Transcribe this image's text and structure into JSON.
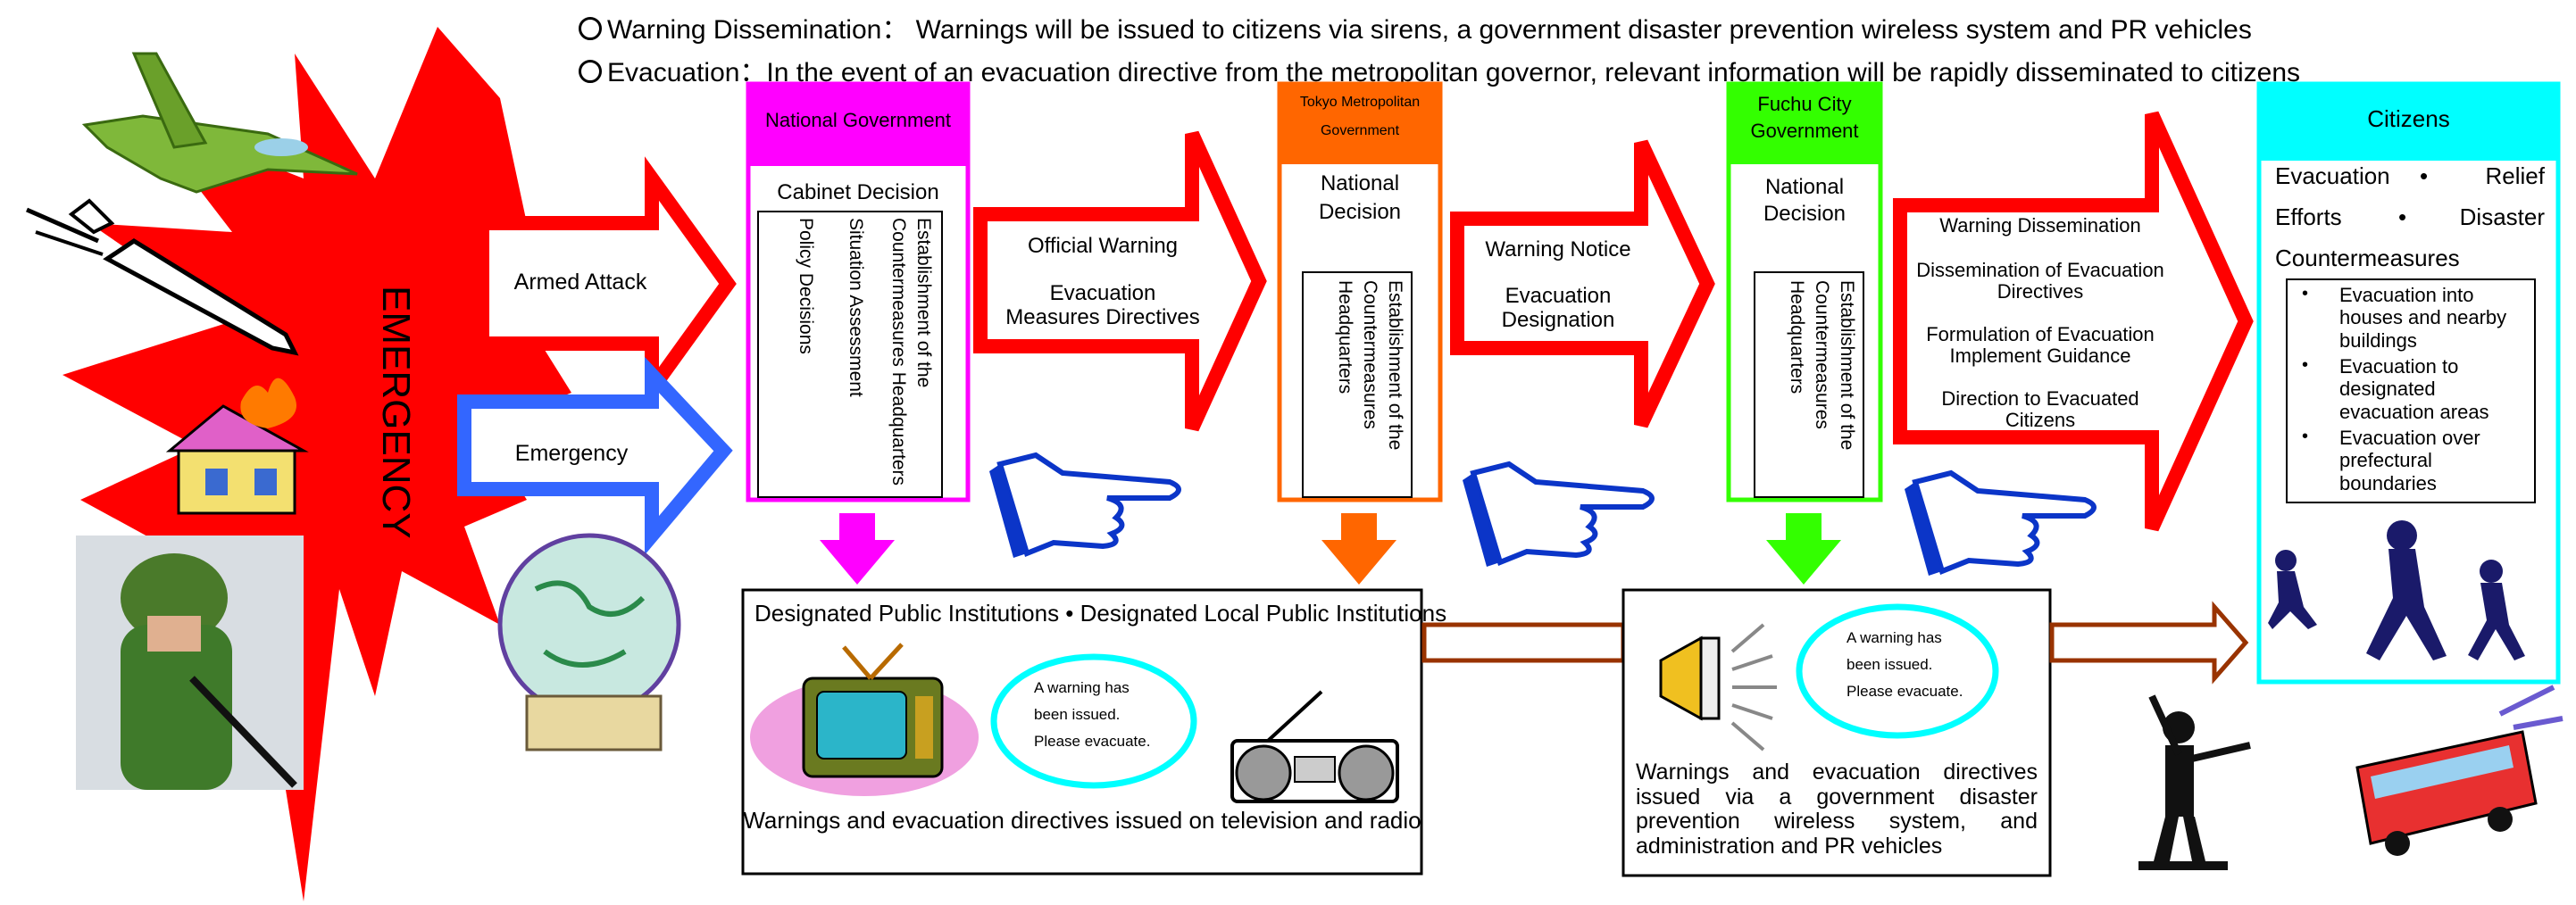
{
  "header": {
    "line1": "Warning Dissemination： Warnings will be issued to citizens via sirens, a government disaster prevention wireless system and PR vehicles",
    "line2": "Evacuation：In the event of an evacuation directive from the metropolitan governor, relevant information will be rapidly disseminated to citizens"
  },
  "emergency": {
    "title": "EMERGENCY",
    "armed_attack": "Armed Attack",
    "emergency": "Emergency"
  },
  "national": {
    "title": "National Government",
    "decision": "Cabinet Decision",
    "col1": "Establishment of the",
    "col2": "Countermeasures Headquarters",
    "col3": "Situation Assessment",
    "col4": "Policy Decisions"
  },
  "arrow1": {
    "line1": "Official Warning",
    "line2": "Evacuation",
    "line3": "Measures Directives"
  },
  "tokyo": {
    "title1": "Tokyo Metropolitan",
    "title2": "Government",
    "decision1": "National",
    "decision2": "Decision",
    "col1": "Establishment of the",
    "col2": "Countermeasures",
    "col3": "Headquarters"
  },
  "arrow2": {
    "line1": "Warning Notice",
    "line2": "Evacuation",
    "line3": "Designation"
  },
  "fuchu": {
    "title1": "Fuchu City",
    "title2": "Government",
    "decision1": "National",
    "decision2": "Decision",
    "col1": "Establishment of the",
    "col2": "Countermeasures",
    "col3": "Headquarters"
  },
  "arrow3": {
    "l1": "Warning Dissemination",
    "l2": "Dissemination of Evacuation",
    "l3": "Directives",
    "l4": "Formulation of Evacuation",
    "l5": "Implement Guidance",
    "l6": "Direction to Evacuated",
    "l7": "Citizens"
  },
  "citizens": {
    "title": "Citizens",
    "w1": "Evacuation",
    "w2": "•",
    "w3": "Relief",
    "w4": "Efforts",
    "w5": "•",
    "w6": "Disaster",
    "w7": "Countermeasures",
    "list": [
      {
        "bullet": "•",
        "text": "Evacuation into houses and nearby buildings"
      },
      {
        "bullet": "•",
        "text": "Evacuation to designated evacuation areas"
      },
      {
        "bullet": "•",
        "text": "Evacuation over prefectural boundaries"
      }
    ]
  },
  "institutions": {
    "title": "Designated Public Institutions • Designated Local Public Institutions",
    "oval1": "A warning has",
    "oval2": "been issued.",
    "oval3": "Please evacuate.",
    "caption": "Warnings and evacuation directives issued on television and radio"
  },
  "wireless": {
    "oval1": "A warning has",
    "oval2": "been issued.",
    "oval3": "Please evacuate.",
    "caption": "Warnings and evacuation directives issued via a government disaster prevention wireless system, and administration and PR vehicles"
  },
  "colors": {
    "red": "#ff0000",
    "blue": "#3366ff",
    "magenta": "#ff00ff",
    "orange": "#ff6600",
    "green": "#33ff00",
    "cyan": "#00ffff",
    "brown": "#993300"
  },
  "icons": [
    "fighter-jet-icon",
    "missile-icon",
    "burning-house-icon",
    "soldier-icon",
    "globe-icon",
    "pointing-hand-icon",
    "television-icon",
    "radio-icon",
    "speaker-icon",
    "running-people-icon",
    "traffic-officer-icon",
    "bus-icon"
  ]
}
